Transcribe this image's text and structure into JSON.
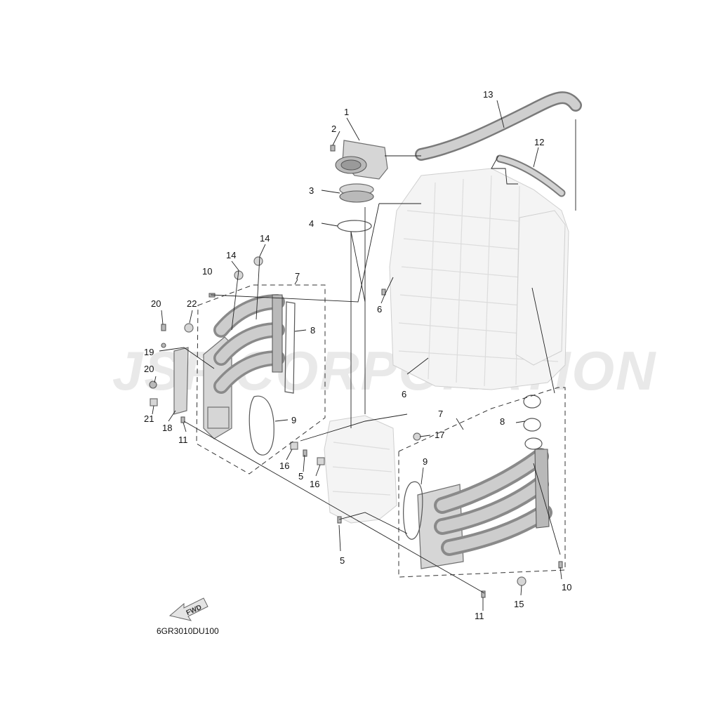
{
  "watermark": {
    "text": "JSP CORPORATION"
  },
  "diagram_code": "6GR3010DU100",
  "fwd_label": "FWD",
  "callouts": [
    {
      "id": "c1",
      "text": "1"
    },
    {
      "id": "c2",
      "text": "2"
    },
    {
      "id": "c3",
      "text": "3"
    },
    {
      "id": "c4",
      "text": "4"
    },
    {
      "id": "c5a",
      "text": "5"
    },
    {
      "id": "c5b",
      "text": "5"
    },
    {
      "id": "c6a",
      "text": "6"
    },
    {
      "id": "c6b",
      "text": "6"
    },
    {
      "id": "c7a",
      "text": "7"
    },
    {
      "id": "c7b",
      "text": "7"
    },
    {
      "id": "c8a",
      "text": "8"
    },
    {
      "id": "c8b",
      "text": "8"
    },
    {
      "id": "c9a",
      "text": "9"
    },
    {
      "id": "c9b",
      "text": "9"
    },
    {
      "id": "c10a",
      "text": "10"
    },
    {
      "id": "c10b",
      "text": "10"
    },
    {
      "id": "c11a",
      "text": "11"
    },
    {
      "id": "c11b",
      "text": "11"
    },
    {
      "id": "c12",
      "text": "12"
    },
    {
      "id": "c13",
      "text": "13"
    },
    {
      "id": "c14a",
      "text": "14"
    },
    {
      "id": "c14b",
      "text": "14"
    },
    {
      "id": "c15",
      "text": "15"
    },
    {
      "id": "c16a",
      "text": "16"
    },
    {
      "id": "c16b",
      "text": "16"
    },
    {
      "id": "c17",
      "text": "17"
    },
    {
      "id": "c18",
      "text": "18"
    },
    {
      "id": "c19",
      "text": "19"
    },
    {
      "id": "c20a",
      "text": "20"
    },
    {
      "id": "c20b",
      "text": "20"
    },
    {
      "id": "c21",
      "text": "21"
    },
    {
      "id": "c22",
      "text": "22"
    }
  ]
}
